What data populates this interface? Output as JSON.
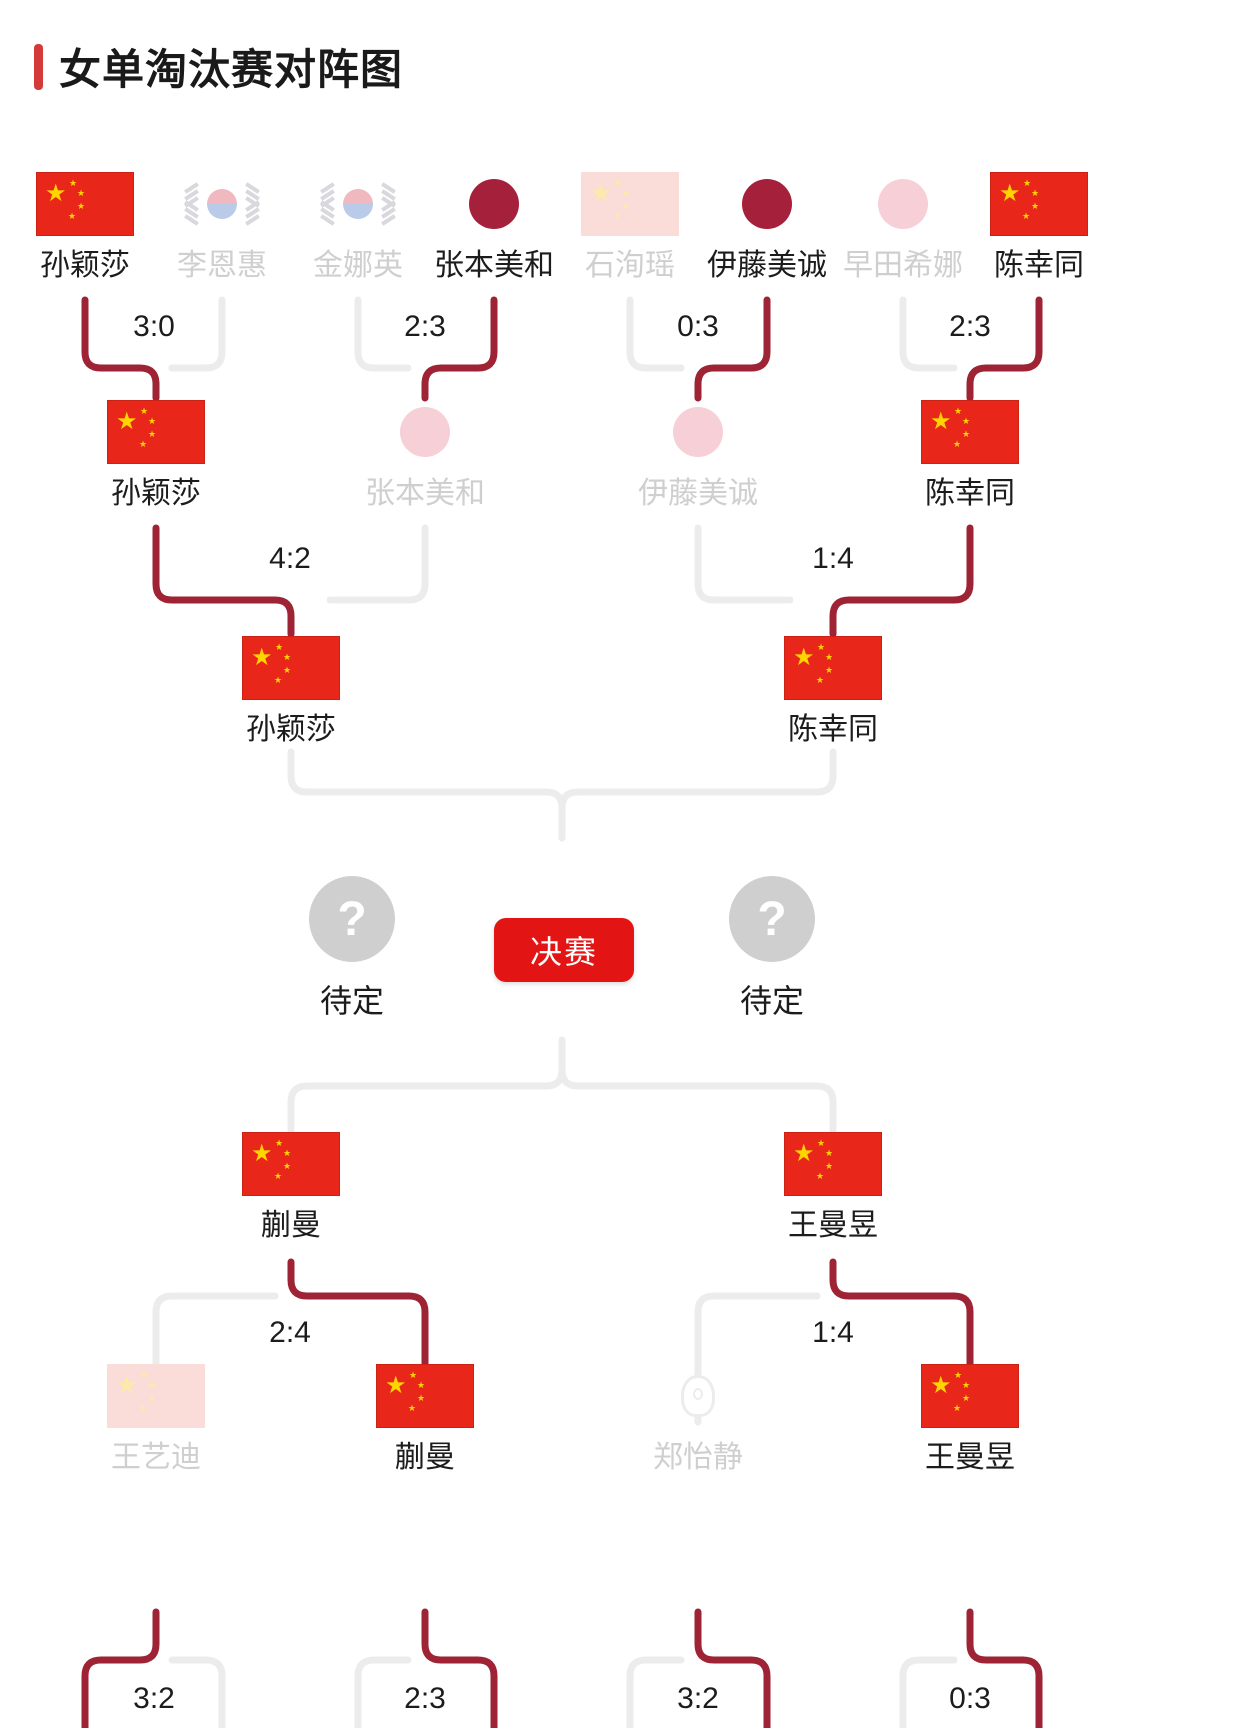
{
  "header": {
    "title": "女单淘汰赛对阵图",
    "accent_color": "#d43a3a"
  },
  "colors": {
    "winner_line": "#9e2335",
    "loser_line": "#ececec",
    "final_badge_bg": "#e31414",
    "tbd_circle_bg": "#cfcfcf",
    "dim_text": "#cfcfcf",
    "text": "#1c1c1c"
  },
  "final": {
    "badge_label": "决赛",
    "left": {
      "label": "待定",
      "icon": "question-mark-icon"
    },
    "right": {
      "label": "待定",
      "icon": "question-mark-icon"
    }
  },
  "bracket": {
    "top": {
      "round_of_16": [
        {
          "name": "孙颖莎",
          "flag": "china",
          "winner": true
        },
        {
          "name": "李恩惠",
          "flag": "korea",
          "winner": false
        },
        {
          "name": "金娜英",
          "flag": "korea",
          "winner": false
        },
        {
          "name": "张本美和",
          "flag": "japan",
          "winner": true
        },
        {
          "name": "石洵瑶",
          "flag": "china",
          "winner": false
        },
        {
          "name": "伊藤美诚",
          "flag": "japan",
          "winner": true
        },
        {
          "name": "早田希娜",
          "flag": "japan",
          "winner": false
        },
        {
          "name": "陈幸同",
          "flag": "china",
          "winner": true
        }
      ],
      "round_of_16_scores": [
        "3:0",
        "2:3",
        "0:3",
        "2:3"
      ],
      "quarter_finals": [
        {
          "name": "孙颖莎",
          "flag": "china",
          "winner": true
        },
        {
          "name": "张本美和",
          "flag": "japan",
          "winner": false
        },
        {
          "name": "伊藤美诚",
          "flag": "japan",
          "winner": false
        },
        {
          "name": "陈幸同",
          "flag": "china",
          "winner": true
        }
      ],
      "quarter_final_scores": [
        "4:2",
        "1:4"
      ],
      "semi_finals": [
        {
          "name": "孙颖莎",
          "flag": "china",
          "winner": true
        },
        {
          "name": "陈幸同",
          "flag": "china",
          "winner": true
        }
      ]
    },
    "bottom": {
      "semi_finals": [
        {
          "name": "蒯曼",
          "flag": "china",
          "winner": true
        },
        {
          "name": "王曼昱",
          "flag": "china",
          "winner": true
        }
      ],
      "quarter_final_scores": [
        "2:4",
        "1:4"
      ],
      "quarter_finals": [
        {
          "name": "王艺迪",
          "flag": "china",
          "winner": false
        },
        {
          "name": "蒯曼",
          "flag": "china",
          "winner": true
        },
        {
          "name": "郑怡静",
          "flag": "chinese-taipei",
          "winner": false
        },
        {
          "name": "王曼昱",
          "flag": "china",
          "winner": true
        }
      ],
      "round_of_16_scores": [
        "3:2",
        "2:3",
        "3:2",
        "0:3"
      ]
    }
  }
}
